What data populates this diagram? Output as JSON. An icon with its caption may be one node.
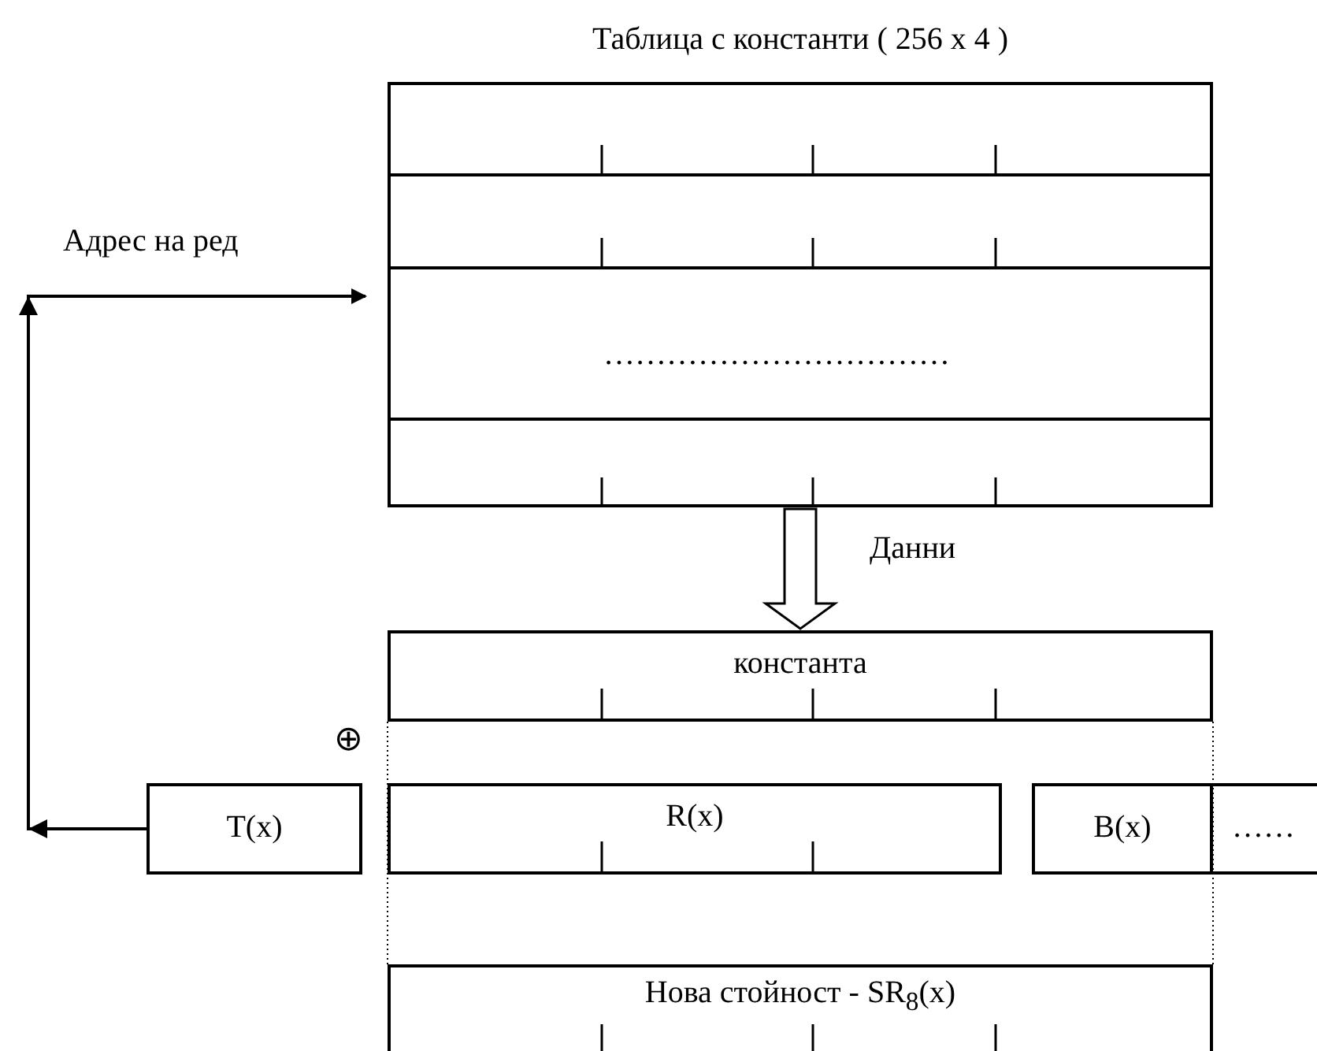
{
  "diagram": {
    "nodes": [
      {
        "text": [
          "Таблица с константи ( 256 x 4 )",
          "……………………………"
        ]
      },
      {
        "text": [
          "константа"
        ]
      },
      {
        "text": [
          "T(x)"
        ]
      },
      {
        "text": [
          "R(x)"
        ]
      },
      {
        "text": [
          "B(x)"
        ]
      },
      {
        "text": [
          "……"
        ]
      },
      {
        "text": [
          "Нова стойност - SR$_{8}$(x)"
        ]
      }
    ],
    "edges": [
      {
        "from": 2,
        "to": 0,
        "arrow": "to",
        "label": "Адрес на ред"
      },
      {
        "from": 0,
        "to": 1,
        "arrow": "to",
        "label": "Данни"
      }
    ],
    "labels": [
      "⊕"
    ]
  }
}
